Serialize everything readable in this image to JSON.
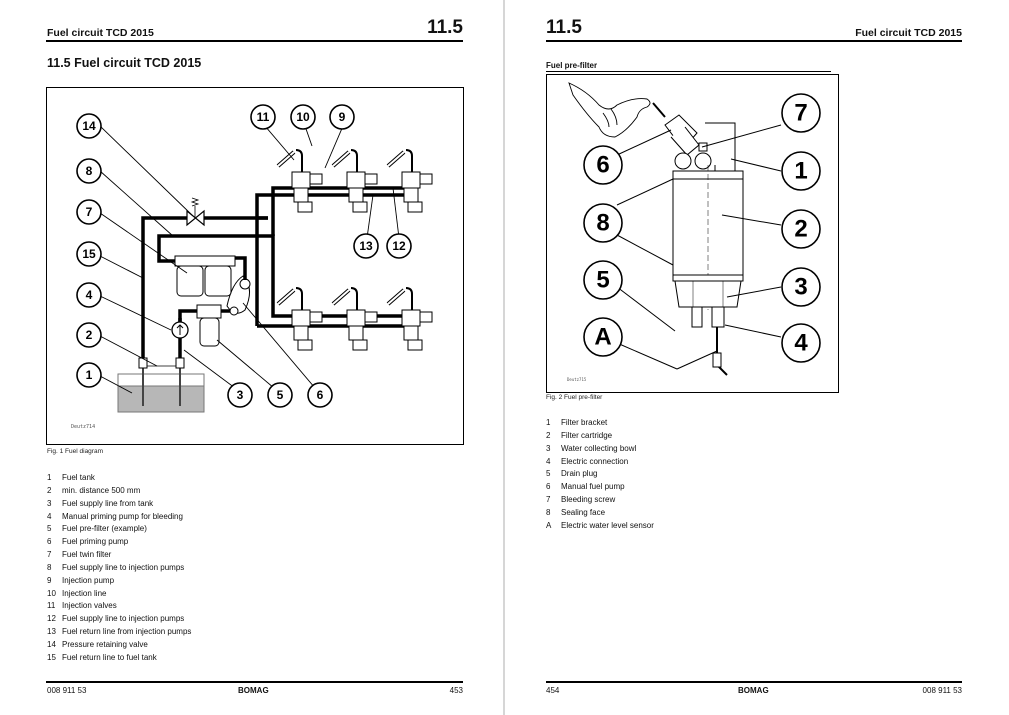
{
  "left_page": {
    "header_title": "Fuel circuit TCD 2015",
    "header_section": "11.5",
    "section_title": "11.5  Fuel circuit TCD 2015",
    "figure": {
      "code": "Deutz714",
      "caption": "Fig. 1 Fuel diagram",
      "callouts": [
        "1",
        "2",
        "3",
        "4",
        "5",
        "6",
        "7",
        "8",
        "9",
        "10",
        "11",
        "12",
        "13",
        "14",
        "15"
      ]
    },
    "legend": [
      {
        "num": "1",
        "text": "Fuel tank"
      },
      {
        "num": "2",
        "text": "min. distance 500 mm"
      },
      {
        "num": "3",
        "text": "Fuel supply line from tank"
      },
      {
        "num": "4",
        "text": "Manual priming pump for bleeding"
      },
      {
        "num": "5",
        "text": "Fuel pre-filter (example)"
      },
      {
        "num": "6",
        "text": "Fuel priming pump"
      },
      {
        "num": "7",
        "text": "Fuel twin filter"
      },
      {
        "num": "8",
        "text": "Fuel supply line to injection pumps"
      },
      {
        "num": "9",
        "text": "Injection pump"
      },
      {
        "num": "10",
        "text": "Injection line"
      },
      {
        "num": "11",
        "text": "Injection valves"
      },
      {
        "num": "12",
        "text": "Fuel supply line to injection pumps"
      },
      {
        "num": "13",
        "text": "Fuel return line from injection pumps"
      },
      {
        "num": "14",
        "text": "Pressure retaining valve"
      },
      {
        "num": "15",
        "text": "Fuel return line to fuel tank"
      }
    ],
    "footer": {
      "doc_number": "008 911 53",
      "brand": "BOMAG",
      "page_number": "453"
    }
  },
  "right_page": {
    "header_section": "11.5",
    "header_title": "Fuel circuit TCD 2015",
    "subsection_title": "Fuel pre-filter",
    "figure": {
      "code": "Deutz715",
      "caption": "Fig. 2 Fuel pre-filter",
      "callouts": [
        "1",
        "2",
        "3",
        "4",
        "5",
        "6",
        "7",
        "8",
        "A"
      ]
    },
    "legend": [
      {
        "num": "1",
        "text": "Filter bracket"
      },
      {
        "num": "2",
        "text": "Filter cartridge"
      },
      {
        "num": "3",
        "text": "Water collecting bowl"
      },
      {
        "num": "4",
        "text": "Electric connection"
      },
      {
        "num": "5",
        "text": "Drain plug"
      },
      {
        "num": "6",
        "text": "Manual fuel pump"
      },
      {
        "num": "7",
        "text": "Bleeding screw"
      },
      {
        "num": "8",
        "text": "Sealing face"
      },
      {
        "num": "A",
        "text": "Electric water level sensor"
      }
    ],
    "footer": {
      "page_number": "454",
      "brand": "BOMAG",
      "doc_number": "008 911 53"
    }
  }
}
